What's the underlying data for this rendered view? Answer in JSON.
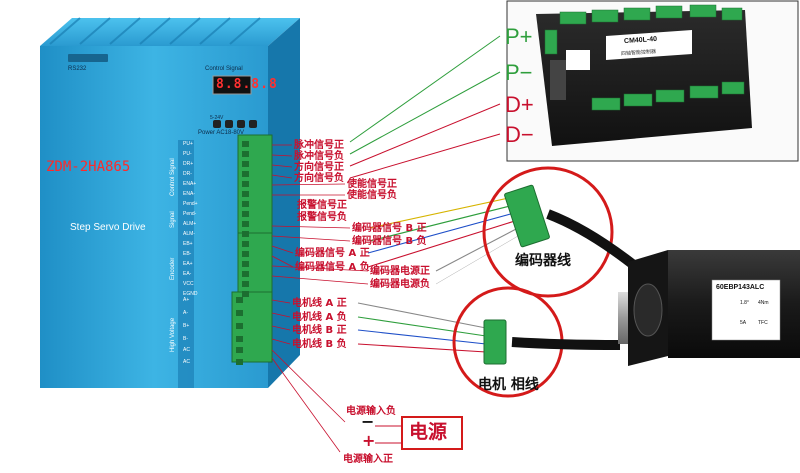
{
  "driver": {
    "model": "ZDM-2HA865",
    "rs232": "RS232",
    "control_signal": "Control Signal",
    "display": "8.8.8.8",
    "voltage": "5-24V",
    "power": "Power AC18-80V",
    "name": "Step Servo Drive",
    "section_control": "Control Signal",
    "section_signal": "Signal",
    "section_encoder": "Encoder",
    "section_hv": "High Voltage",
    "pins": [
      "PU+",
      "PU-",
      "DR+",
      "DR-",
      "ENA+",
      "ENA-",
      "Pend+",
      "Pend-",
      "ALM+",
      "ALM-",
      "EB+",
      "EB-",
      "EA+",
      "EA-",
      "VCC",
      "EGND",
      "A+",
      "A-",
      "B+",
      "B-",
      "AC",
      "AC"
    ]
  },
  "labels": {
    "pulse_pos": "脉冲信号正",
    "pulse_neg": "脉冲信号负",
    "dir_pos": "方向信号正",
    "dir_neg": "方向信号负",
    "ena_pos": "使能信号正",
    "ena_neg": "使能信号负",
    "alarm_pos": "报警信号正",
    "alarm_neg": "报警信号负",
    "enc_b_pos": "编码器信号 B 正",
    "enc_b_neg": "编码器信号 B 负",
    "enc_a_pos": "编码器信号 A 正",
    "enc_a_neg": "编码器信号 A 负",
    "enc_pwr_pos": "编码器电源正",
    "enc_pwr_neg": "编码器电源负",
    "motor_a_pos": "电机线 A 正",
    "motor_a_neg": "电机线 A 负",
    "motor_b_pos": "电机线 B 正",
    "motor_b_neg": "电机线 B 负",
    "power_in_neg": "电源输入负",
    "power_in_pos": "电源输入正",
    "minus_sign": "−",
    "plus_sign": "+",
    "power": "电源",
    "encoder_wire": "编码器线",
    "motor_phase": "电机 相线"
  },
  "controller": {
    "model": "CM40L-40",
    "line1": "四轴智能控制器",
    "signals": [
      "P+",
      "P−",
      "D+",
      "D−"
    ]
  },
  "motor": {
    "model": "60EBP143ALC",
    "spec1": "1.8°",
    "spec2": "4Nm",
    "spec3": "5A",
    "spec4": "TFC"
  },
  "colors": {
    "driver_blue": "#2fa6d8",
    "terminal_green": "#2fa84f",
    "label_red": "#c8102e",
    "signal_green": "#2e9e3c",
    "signal_red": "#c8102e"
  }
}
